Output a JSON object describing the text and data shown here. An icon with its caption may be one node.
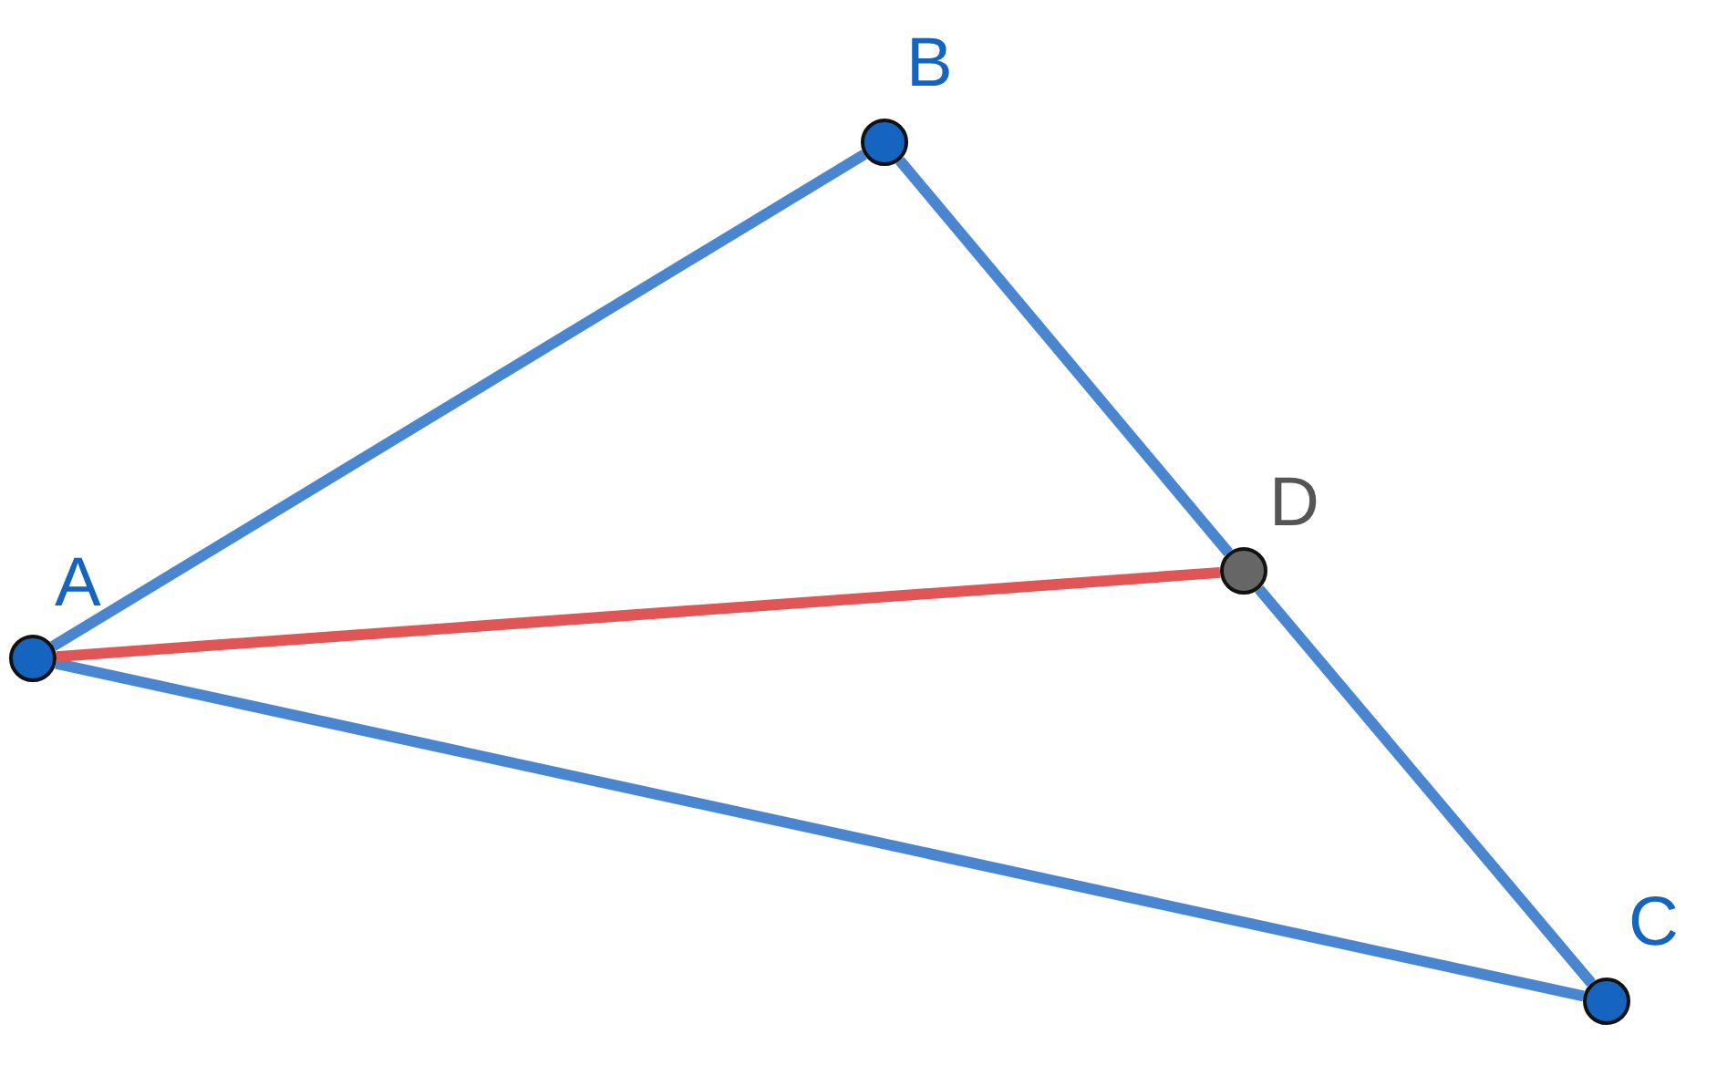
{
  "diagram": {
    "nodes": [
      {
        "text": [],
        "shape": "circle",
        "beside": [
          "A"
        ]
      },
      {
        "text": [],
        "shape": "circle",
        "beside": [
          "B"
        ]
      },
      {
        "text": [],
        "shape": "circle",
        "beside": [
          "C"
        ]
      },
      {
        "text": [],
        "shape": "circle",
        "beside": [
          "D"
        ]
      }
    ],
    "edges": [
      {
        "from": 0,
        "to": 1,
        "arrow": "none"
      },
      {
        "from": 1,
        "to": 3,
        "arrow": "none"
      },
      {
        "from": 3,
        "to": 2,
        "arrow": "none"
      },
      {
        "from": 2,
        "to": 0,
        "arrow": "none"
      },
      {
        "from": 0,
        "to": 3,
        "arrow": "none",
        "color": "#e05555"
      }
    ]
  }
}
